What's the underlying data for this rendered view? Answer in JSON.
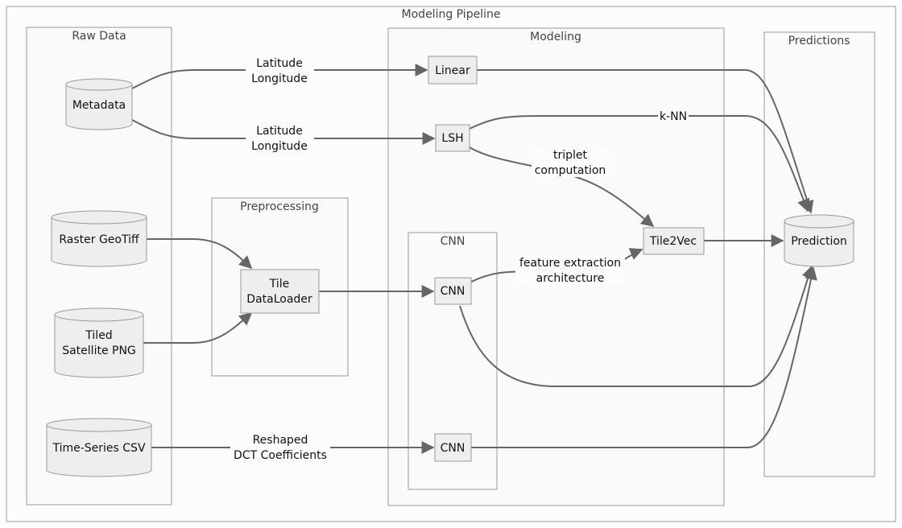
{
  "title": "Modeling Pipeline",
  "clusters": {
    "raw_data": "Raw Data",
    "preprocessing": "Preprocessing",
    "modeling": "Modeling",
    "cnn_group": "CNN",
    "predictions": "Predictions"
  },
  "nodes": {
    "metadata": "Metadata",
    "raster": "Raster GeoTiff",
    "tiled": [
      "Tiled",
      "Satellite PNG"
    ],
    "timeseries": "Time-Series CSV",
    "tile_loader": [
      "Tile",
      "DataLoader"
    ],
    "linear": "Linear",
    "lsh": "LSH",
    "cnn_a": "CNN",
    "cnn_b": "CNN",
    "tile2vec": "Tile2Vec",
    "prediction": "Prediction"
  },
  "edge_labels": {
    "meta_linear": [
      "Latitude",
      "Longitude"
    ],
    "meta_lsh": [
      "Latitude",
      "Longitude"
    ],
    "lsh_pred": [
      "k-NN"
    ],
    "lsh_tile2vec": [
      "triplet",
      "computation"
    ],
    "cnn_tile2vec": [
      "feature extraction",
      "architecture"
    ],
    "csv_cnn": [
      "Reshaped",
      "DCT Coefficients"
    ]
  }
}
